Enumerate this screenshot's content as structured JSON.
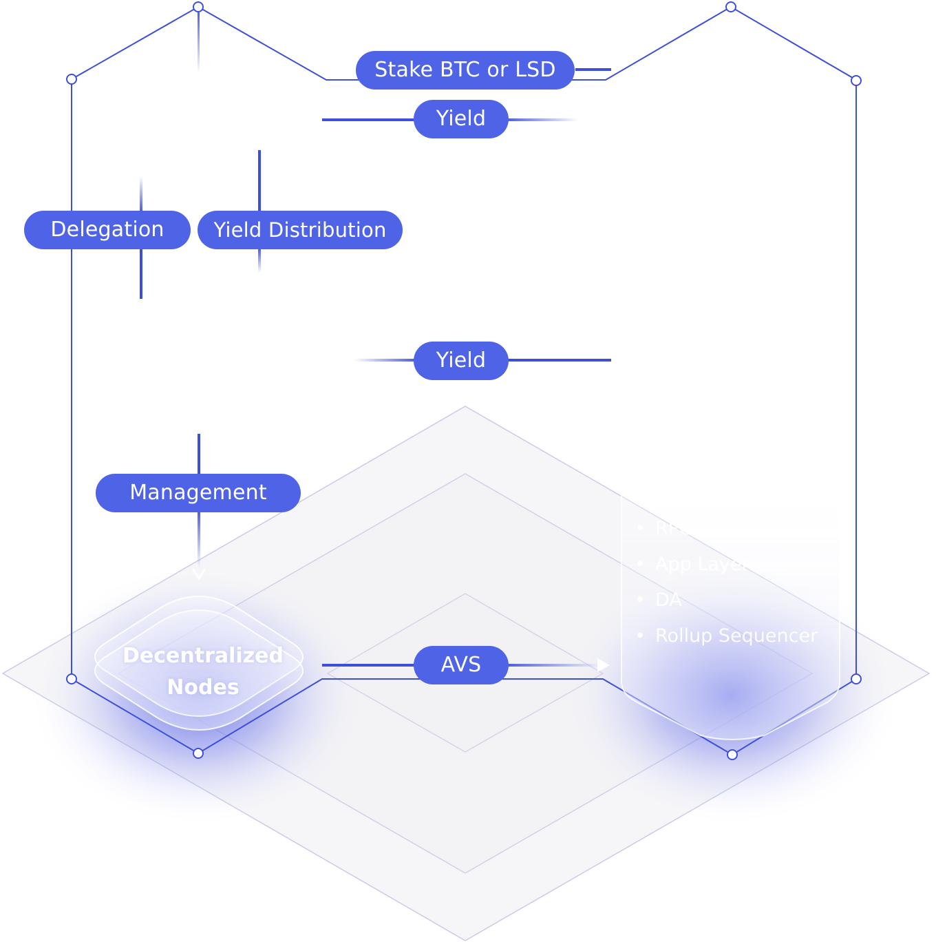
{
  "labels": {
    "stake": "Stake BTC or LSD",
    "yield_top": "Yield",
    "delegation": "Delegation",
    "yield_distribution": "Yield Distribution",
    "yield_middle": "Yield",
    "management": "Management",
    "avs": "AVS"
  },
  "nodes": {
    "line1": "Decentralized",
    "line2": "Nodes"
  },
  "avs_services": [
    "RPC",
    "App Layer",
    "DA",
    "Rollup Sequencer"
  ],
  "colors": {
    "accent": "#4e63e6",
    "line": "#3d4fd8",
    "plane": "#f4f4f6",
    "plane_stroke": "#c8cbe6",
    "glow": "#6b74e8"
  }
}
